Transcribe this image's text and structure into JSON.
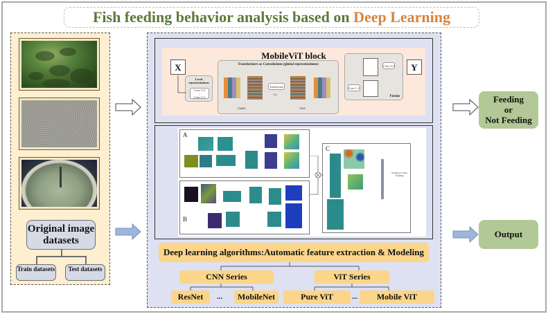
{
  "title": {
    "part1": "Fish feeding behavior analysis based on ",
    "part2": "Deep Learning",
    "colors": {
      "part1": "#5b7a3b",
      "part2": "#d9843a"
    }
  },
  "left_panel": {
    "photos": [
      {
        "description": "underwater fish school"
      },
      {
        "description": "water surface with feed"
      },
      {
        "description": "circular aquaculture tank"
      }
    ],
    "original_label": "Original image datasets",
    "train_label": "Train datasets",
    "test_label": "Test datasets"
  },
  "mobilevit": {
    "title": "MobileViT block",
    "x_label": "X",
    "y_label": "Y",
    "local_title": "Local representations",
    "local_ops": [
      "Conv 3×3",
      "Conv 1×1"
    ],
    "global_title": "Transformers as Convolutions (global representations)",
    "transformer_label": "Transformer",
    "lx_label": "Lx",
    "unfold_label": "Unfold",
    "fold_label": "Fold",
    "fusion_label": "Fusion",
    "fusion_ops": [
      "Conv 1×1",
      "Conv 3×3"
    ]
  },
  "network_figure": {
    "panel_a": "A",
    "panel_b": "B",
    "panel_c": "C",
    "output_label": "Feeding or Non-Feeding"
  },
  "pipeline": {
    "dl_label": "Deep learning algorithms:Automatic feature extraction & Modeling",
    "cnn_series": "CNN  Series",
    "vit_series": "ViT Series",
    "models": {
      "resnet": "ResNet",
      "mobilenet": "MobileNet",
      "pure_vit": "Pure ViT",
      "mobile_vit": "Mobile ViT",
      "ellipsis": "..."
    }
  },
  "outputs": {
    "feeding_line1": "Feeding",
    "feeding_line2": "or",
    "feeding_line3": "Not Feeding",
    "output_label": "Output"
  },
  "colors": {
    "left_panel_bg": "#fdefd0",
    "center_panel_bg": "#dde1f1",
    "dataset_box_bg": "#d6dae6",
    "orange_box_bg": "#fbd58a",
    "green_box_bg": "#b2c896",
    "blue_arrow": "#9fb6dc"
  }
}
